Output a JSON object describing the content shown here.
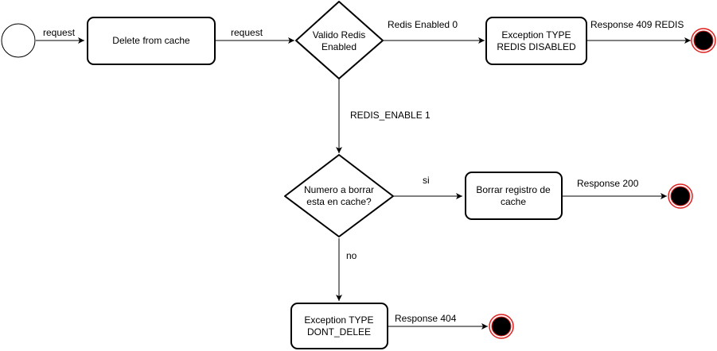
{
  "diagram": {
    "nodes": {
      "start": {
        "label": ""
      },
      "delete_from_cache": {
        "label": "Delete from cache"
      },
      "valido_redis": {
        "line1": "Valido Redis",
        "line2": "Enabled"
      },
      "exception_redis": {
        "line1": "Exception TYPE",
        "line2": "REDIS DISABLED"
      },
      "numero_a_borrar": {
        "line1": "Numero a borrar",
        "line2": "esta en cache?"
      },
      "borrar_registro": {
        "line1": "Borrar registro de",
        "line2": "cache"
      },
      "exception_dont": {
        "line1": "Exception TYPE",
        "line2": "DONT_DELEE"
      }
    },
    "edges": {
      "start_to_delete": "request",
      "delete_to_valido": "request",
      "valido_to_exception": "Redis Enabled 0",
      "exception_to_end": "Response 409 REDIS",
      "valido_to_numero": "REDIS_ENABLE 1",
      "numero_to_borrar": "si",
      "borrar_to_end": "Response 200",
      "numero_to_exception": "no",
      "exception_dont_to_end": "Response 404"
    },
    "colors": {
      "stroke": "#000000",
      "end_ring": "#e02020",
      "end_fill": "#000000",
      "fill": "#ffffff"
    }
  }
}
